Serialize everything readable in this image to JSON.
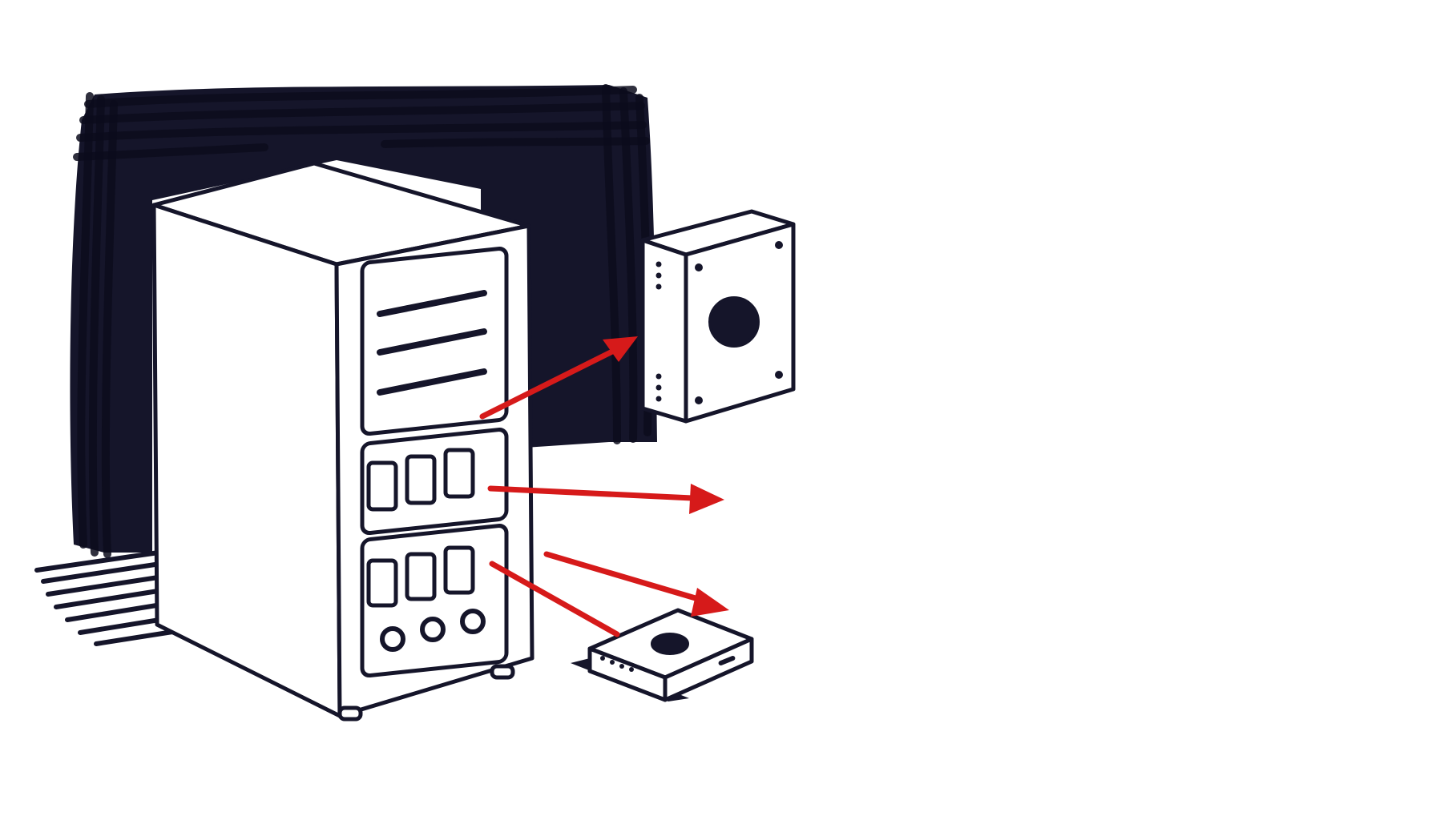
{
  "colors": {
    "background": "#ffffff",
    "ink": "#15152a",
    "fill": "#ffffff",
    "arrow": "#d61a1a"
  },
  "illustration": {
    "subject": "tower-server",
    "devices": [
      "tower-server",
      "wall-mounted-box",
      "mini-pc"
    ],
    "arrow_count": 3,
    "server_drive_bays_per_row": 3,
    "server_buttons": 3
  }
}
